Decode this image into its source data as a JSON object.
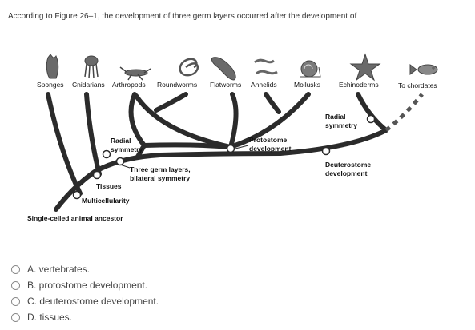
{
  "question": "According to Figure 26–1, the development of three germ layers occurred after the development of",
  "figure": {
    "taxa": [
      {
        "label": "Sponges",
        "icon": "sponge-icon"
      },
      {
        "label": "Cnidarians",
        "icon": "jellyfish-icon"
      },
      {
        "label": "Arthropods",
        "icon": "grasshopper-icon"
      },
      {
        "label": "Roundworms",
        "icon": "roundworm-icon"
      },
      {
        "label": "Flatworms",
        "icon": "flatworm-icon"
      },
      {
        "label": "Annelids",
        "icon": "annelid-icon"
      },
      {
        "label": "Mollusks",
        "icon": "snail-icon"
      },
      {
        "label": "Echinoderms",
        "icon": "starfish-icon"
      },
      {
        "label": "To chordates",
        "icon": "fish-icon"
      }
    ],
    "events": {
      "radial_symmetry_1": [
        "Radial",
        "symmetry"
      ],
      "radial_symmetry_2": [
        "Radial",
        "symmetry"
      ],
      "protostome": [
        "Protostome",
        "development"
      ],
      "deuterostome": [
        "Deuterostome",
        "development"
      ],
      "germ_layers": [
        "Three germ layers,",
        "bilateral symmetry"
      ],
      "tissues": "Tissues",
      "multicellularity": "Multicellularity",
      "ancestor": "Single-celled animal ancestor"
    },
    "colors": {
      "branch": "#2b2b2b",
      "icon": "#555555"
    }
  },
  "options": [
    {
      "label": "A. vertebrates."
    },
    {
      "label": "B. protostome development."
    },
    {
      "label": "C. deuterostome development."
    },
    {
      "label": "D. tissues."
    }
  ]
}
